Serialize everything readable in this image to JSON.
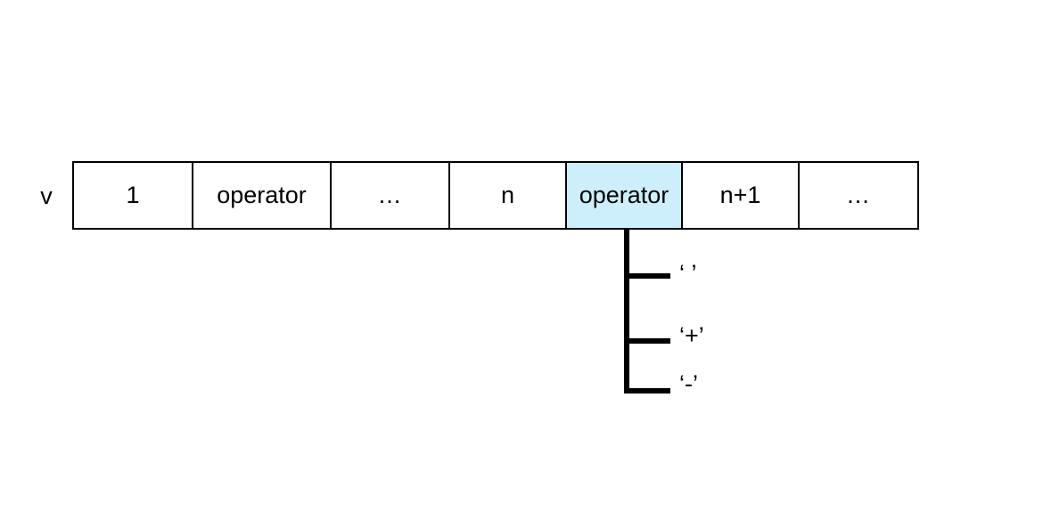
{
  "diagram": {
    "row_label": "v",
    "highlight_color": "#cdeffb",
    "line_color": "#000000",
    "cells": [
      {
        "label": "1",
        "highlighted": false
      },
      {
        "label": "operator",
        "highlighted": false
      },
      {
        "label": "…",
        "highlighted": false
      },
      {
        "label": "n",
        "highlighted": false
      },
      {
        "label": "operator",
        "highlighted": true
      },
      {
        "label": "n+1",
        "highlighted": false
      },
      {
        "label": "…",
        "highlighted": false
      }
    ],
    "branches": [
      {
        "label": "‘ ’"
      },
      {
        "label": "‘+’"
      },
      {
        "label": "‘-’"
      }
    ]
  }
}
